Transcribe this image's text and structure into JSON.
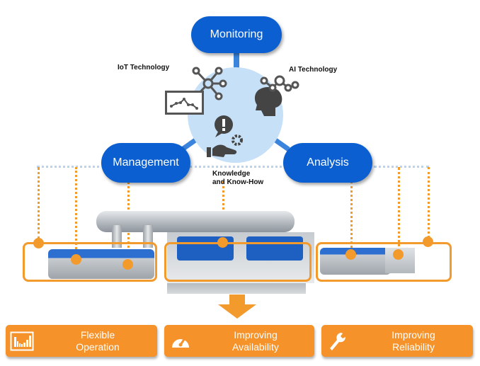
{
  "hub": {
    "center_label": "Knowledge and Know-How",
    "center_label_line1": "Knowledge",
    "center_label_line2": "and Know-How",
    "iot_label": "IoT Technology",
    "ai_label": "AI Technology"
  },
  "nodes": {
    "monitoring": "Monitoring",
    "management": "Management",
    "analysis": "Analysis"
  },
  "outcomes": [
    {
      "line1": "Flexible",
      "line2": "Operation",
      "icon": "chart-window-icon"
    },
    {
      "line1": "Improving",
      "line2": "Availability",
      "icon": "speedometer-icon"
    },
    {
      "line1": "Improving",
      "line2": "Reliability",
      "icon": "wrench-icon"
    }
  ],
  "colors": {
    "node_blue": "#0b5fd0",
    "hub_light_blue": "#c6e0f7",
    "accent_orange": "#f39a2c",
    "button_orange": "#f5922a"
  }
}
